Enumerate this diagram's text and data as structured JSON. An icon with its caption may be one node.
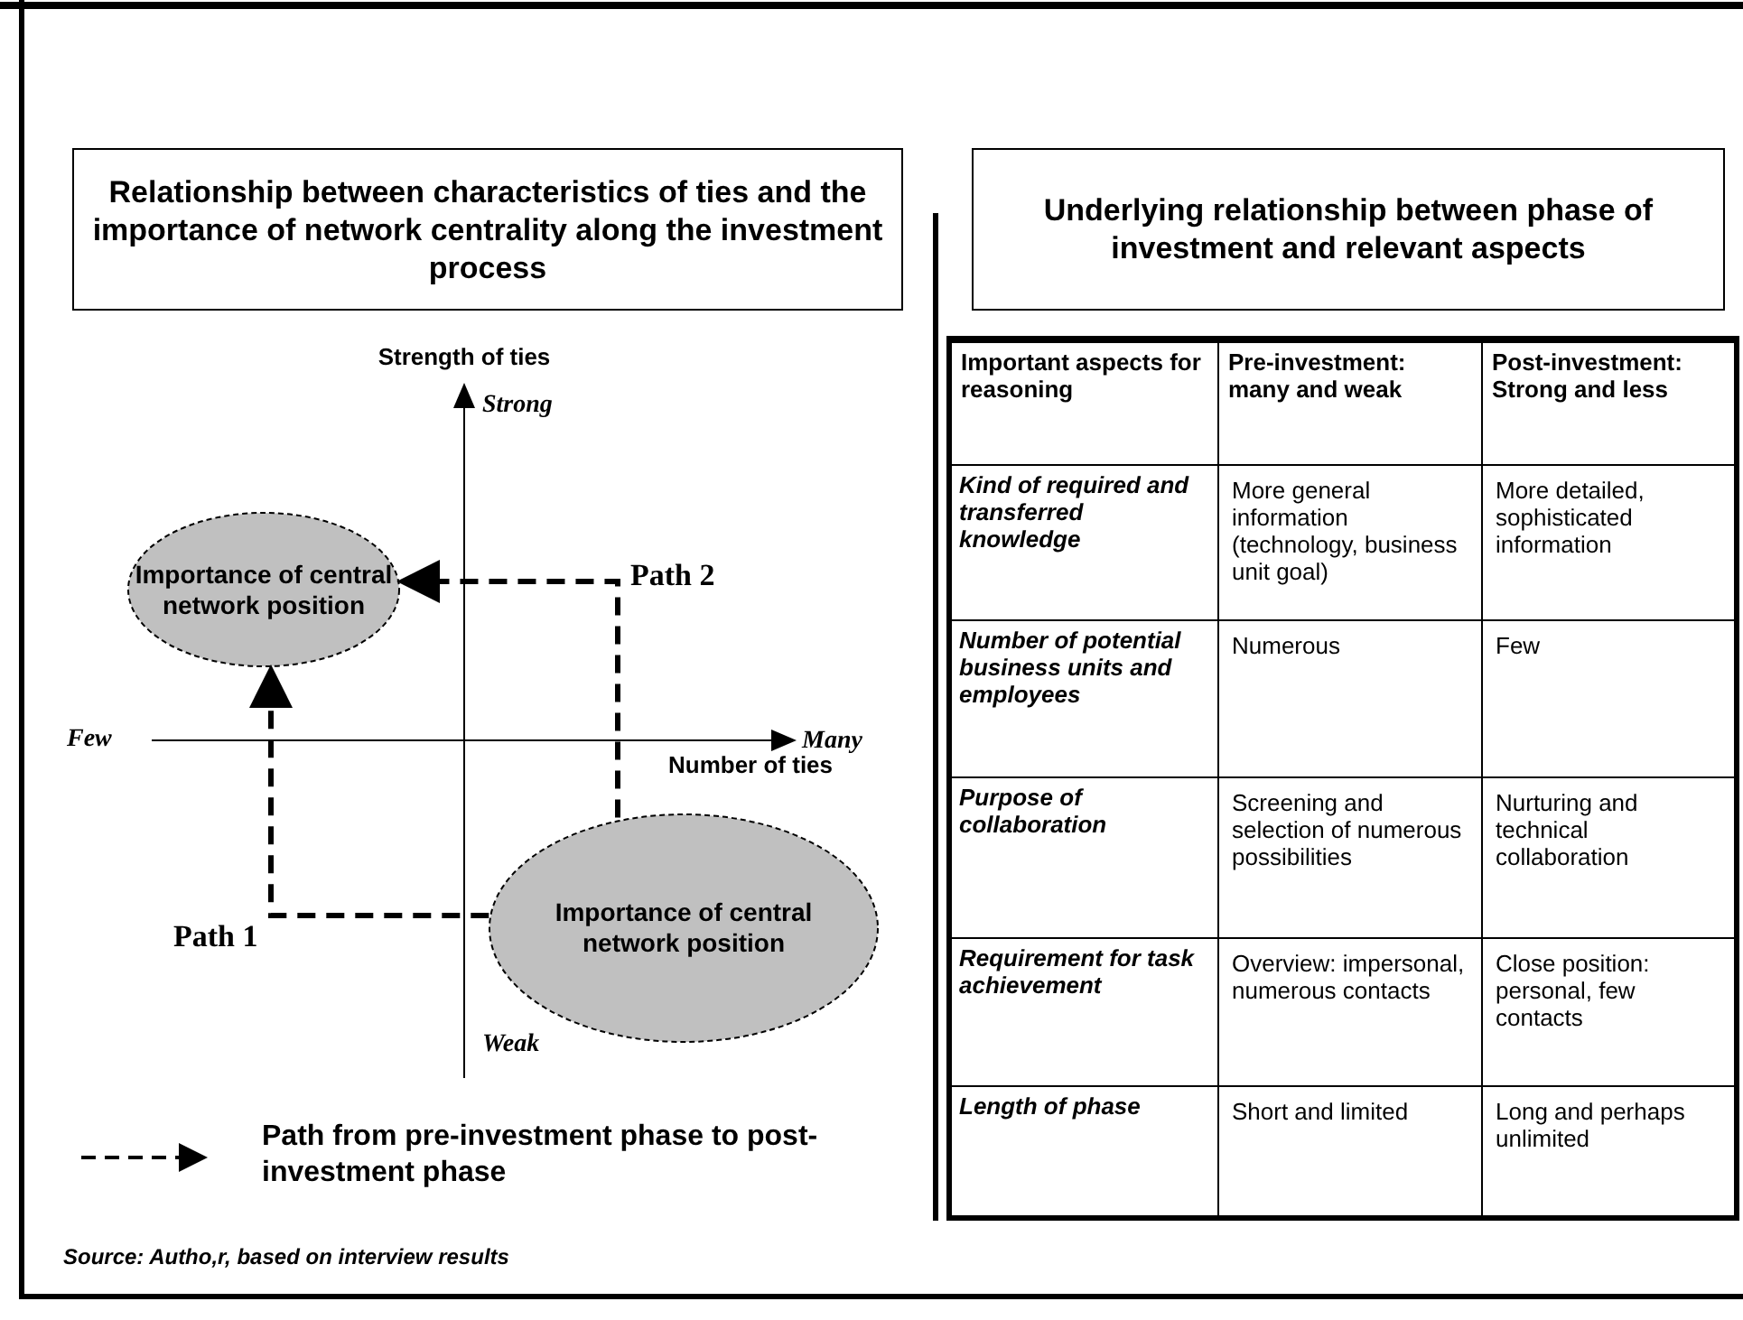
{
  "diagram": {
    "nodes": [
      {
        "text": [
          "Relationship between characteristics of ties and the importance of network centrality along the investment process"
        ]
      },
      {
        "text": [
          "Underlying relationship between phase of investment and relevant aspects"
        ]
      },
      {
        "text": [
          "Importance of central network position"
        ]
      },
      {
        "text": [
          "Importance of central network position"
        ]
      }
    ],
    "edges": [
      {
        "from": 3,
        "to": 2,
        "arrow": "to",
        "label": "Path 1",
        "style": "dashed"
      },
      {
        "from": 3,
        "to": 2,
        "arrow": "to",
        "label": "Path 2",
        "style": "dashed"
      }
    ],
    "labels": [
      "Strength of ties",
      "Strong",
      "Few",
      "Many",
      "Number of ties",
      "Weak",
      "Important aspects for reasoning",
      "Pre-investment: many and weak",
      "Post-investment: Strong and less",
      "Kind of required and transferred knowledge",
      "More general information (technology, business unit goal)",
      "More detailed, sophisticated information",
      "Number of potential business units and employees",
      "Numerous",
      "Few",
      "Purpose of collaboration",
      "Screening and selection of numerous possibilities",
      "Nurturing and technical collaboration",
      "Requirement for task achievement",
      "Overview: impersonal, numerous contacts",
      "Close position: personal, few contacts",
      "Length of phase",
      "Short and limited",
      "Long and perhaps unlimited",
      "Source: Autho,r, based on interview results"
    ],
    "legend": [
      {
        "text": "Path from pre-investment phase to post-investment phase"
      }
    ]
  }
}
